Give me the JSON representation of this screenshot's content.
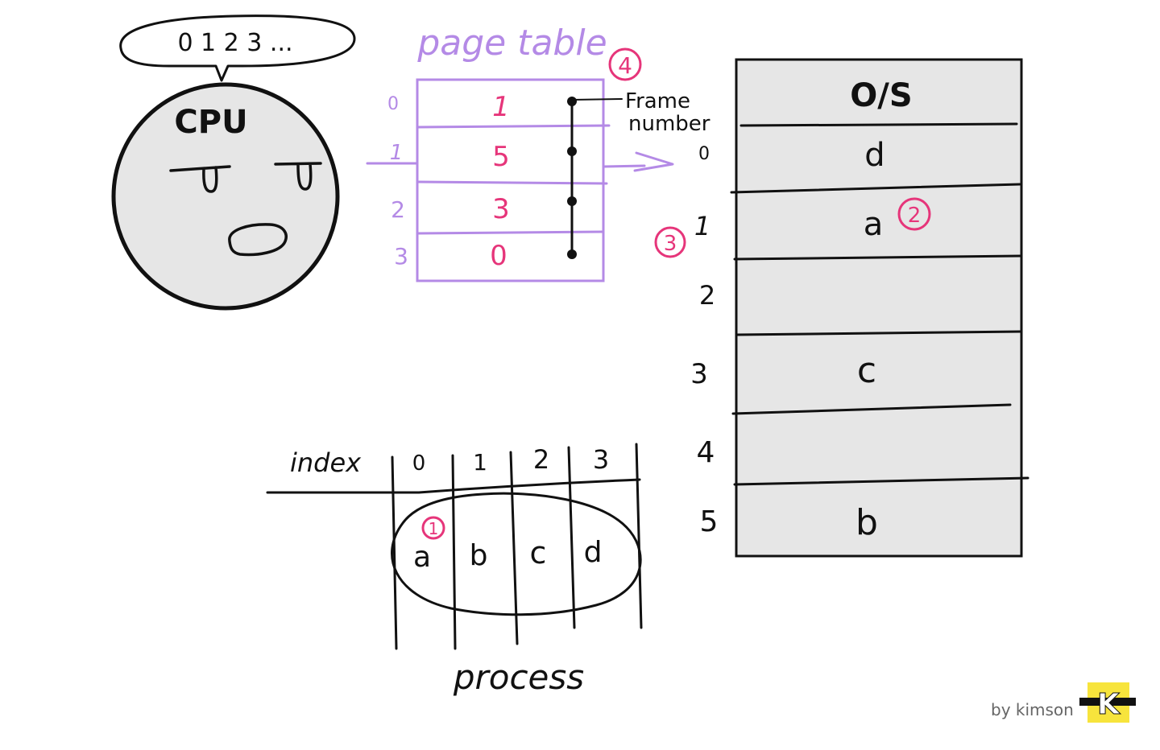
{
  "colors": {
    "ink": "#111111",
    "purple": "#b48ae6",
    "pink": "#e6357a",
    "gray_fill": "#e6e6e6",
    "logo_yellow": "#f7e43c"
  },
  "cpu": {
    "label": "CPU",
    "speech": "0 1 2 3 ..."
  },
  "page_table": {
    "title": "page table",
    "badge": "4",
    "indices": [
      "0",
      "1",
      "2",
      "3"
    ],
    "frames": [
      "1",
      "5",
      "3",
      "0"
    ],
    "annotation_line1": "Frame",
    "annotation_line2": "number"
  },
  "os": {
    "header": "O/S",
    "frame_numbers": [
      "0",
      "1",
      "2",
      "3",
      "4",
      "5"
    ],
    "frame_contents": [
      "d",
      "a",
      "",
      "c",
      "",
      "b"
    ],
    "badge_in_frame": "2",
    "badge_at_number": "3"
  },
  "process": {
    "index_label": "index",
    "indices": [
      "0",
      "1",
      "2",
      "3"
    ],
    "pages": [
      "a",
      "b",
      "c",
      "d"
    ],
    "badge": "1",
    "label": "process"
  },
  "credit": {
    "text": "by kimson",
    "logo_letter": "K"
  }
}
